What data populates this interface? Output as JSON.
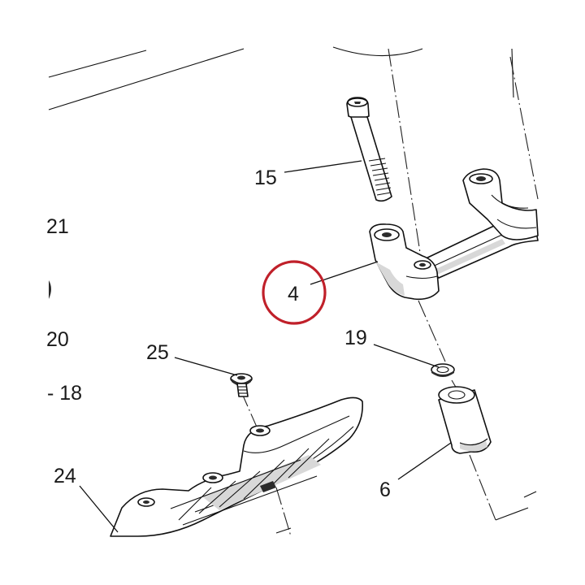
{
  "diagram": {
    "highlight_color": "#c0202a",
    "highlighted_part": "4",
    "labels": {
      "p15": "15",
      "p21": "21",
      "p4": "4",
      "p20": "20",
      "p19": "19",
      "p25": "25",
      "p18": "- 18",
      "p24": "24",
      "p6": "6"
    }
  }
}
